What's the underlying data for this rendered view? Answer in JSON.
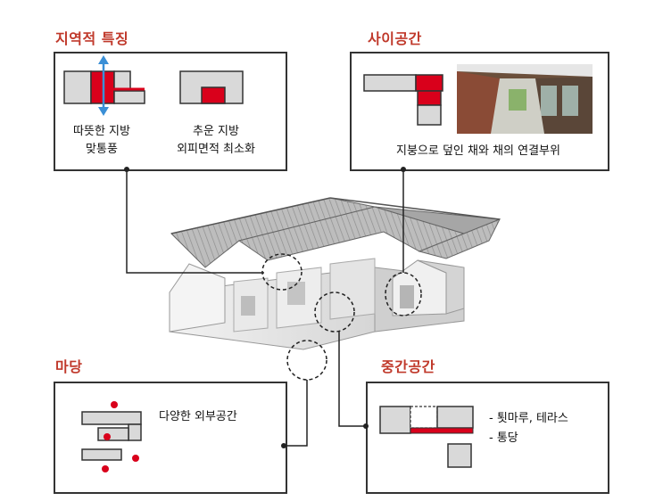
{
  "titles": {
    "regional": "지역적 특징",
    "between": "사이공간",
    "yard": "마당",
    "middle": "중간공간"
  },
  "regional": {
    "warm_line1": "따뜻한 지방",
    "warm_line2": "맞통풍",
    "cold_line1": "추운 지방",
    "cold_line2": "외피면적 최소화"
  },
  "between": {
    "caption": "지붕으로 덮인 채와 채의 연결부위"
  },
  "yard": {
    "caption": "다양한 외부공간"
  },
  "middle": {
    "item1": "- 툇마루, 테라스",
    "item2": "- 통당"
  },
  "colors": {
    "accent_red": "#d9001b",
    "title_red": "#c0392b",
    "arrow_blue": "#3a8fd6",
    "plan_gray": "#d9d9d9"
  }
}
